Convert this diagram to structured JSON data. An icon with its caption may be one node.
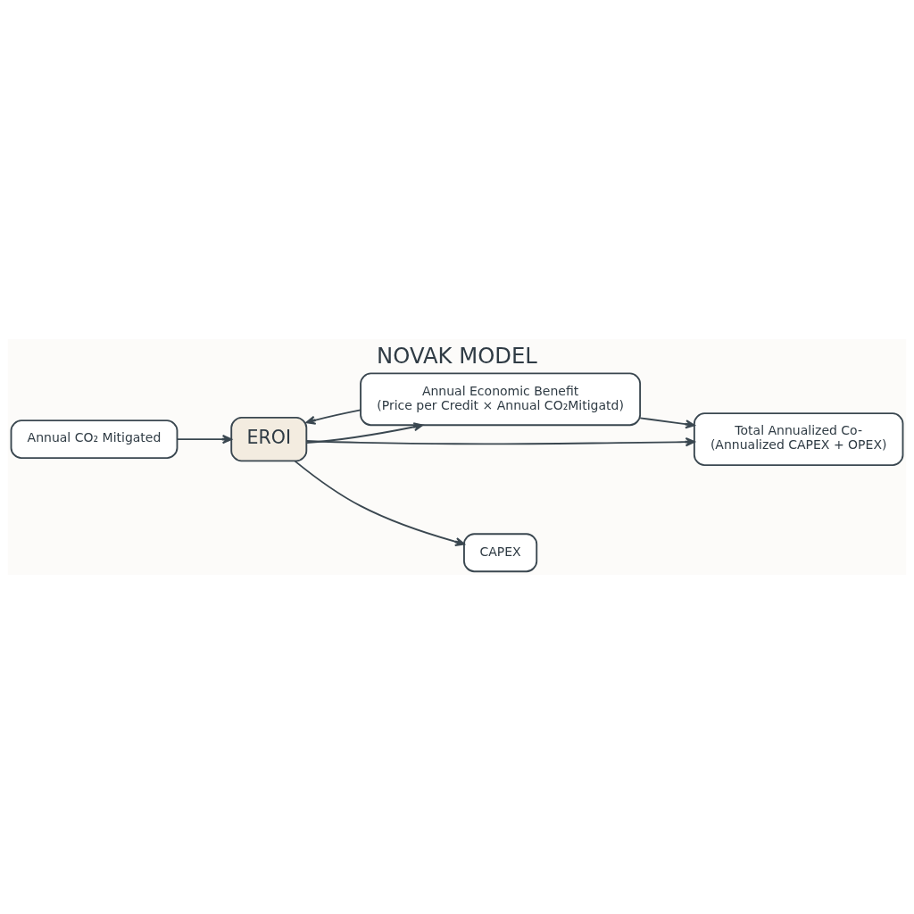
{
  "diagram": {
    "title": "NOVAK MODEL",
    "nodes": [
      {
        "text": [
          "Annual CO₂ Mitigated"
        ]
      },
      {
        "text": [
          "EROI"
        ]
      },
      {
        "text": [
          "Annual Economic Benefit",
          "(Price per Credit × Annual CO₂Mitigatd)"
        ]
      },
      {
        "text": [
          "Total Annualized Co-",
          "(Annualized CAPEX + OPEX)"
        ]
      },
      {
        "text": [
          "CAPEX"
        ]
      }
    ],
    "edges": [
      {
        "from": 0,
        "to": 1,
        "arrow": "to"
      },
      {
        "from": 1,
        "to": 2,
        "arrow": "to"
      },
      {
        "from": 2,
        "to": 1,
        "arrow": "to"
      },
      {
        "from": 2,
        "to": 3,
        "arrow": "to"
      },
      {
        "from": 1,
        "to": 3,
        "arrow": "to"
      },
      {
        "from": 1,
        "to": 4,
        "arrow": "to"
      }
    ]
  }
}
